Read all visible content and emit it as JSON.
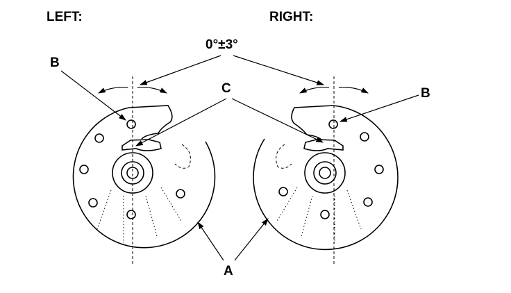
{
  "headers": {
    "left": "LEFT:",
    "right": "RIGHT:"
  },
  "angle_spec": "0°±3°",
  "callouts": {
    "a": "A",
    "b": "B",
    "c": "C"
  }
}
